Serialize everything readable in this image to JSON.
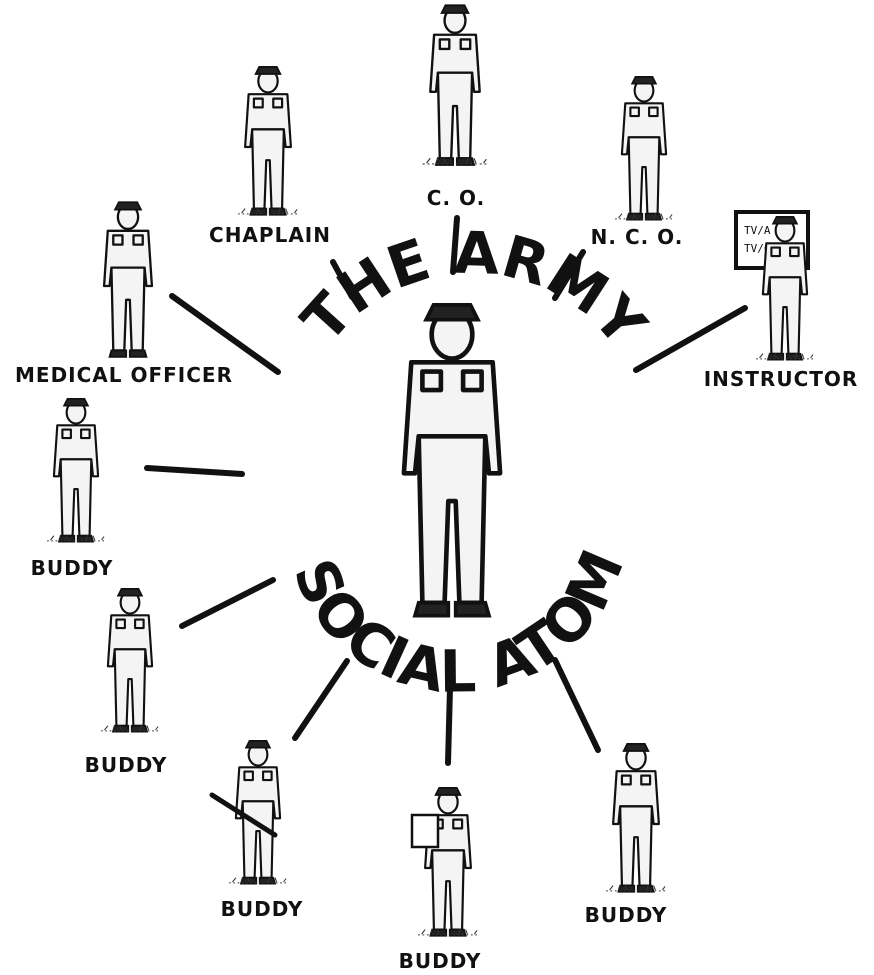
{
  "title": {
    "top": "THE ARMY",
    "bottom": "SOCIAL ATOM"
  },
  "labels": {
    "co": "C. O.",
    "chaplain": "CHAPLAIN",
    "nco": "N. C. O.",
    "medical_officer": "MEDICAL OFFICER",
    "instructor": "INSTRUCTOR",
    "buddy_1": "BUDDY",
    "buddy_2": "BUDDY",
    "buddy_3": "BUDDY",
    "buddy_4": "BUDDY",
    "buddy_5": "BUDDY"
  },
  "blackboard": {
    "line1": "TV/A",
    "line2": "TV/C"
  },
  "colors": {
    "ink": "#111111",
    "paper": "#ffffff"
  }
}
